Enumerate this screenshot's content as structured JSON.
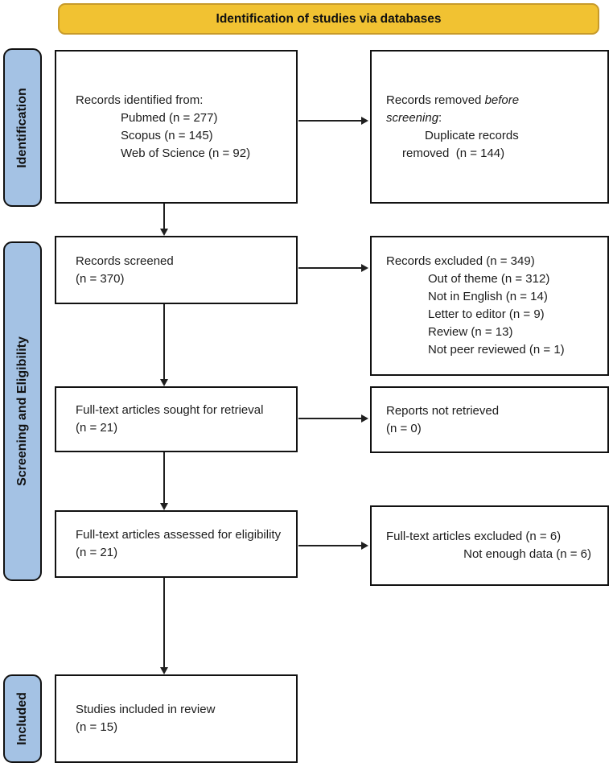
{
  "banner": {
    "label": "Identification of studies via databases"
  },
  "colors": {
    "banner_fill": "#F1C232",
    "banner_border": "#C79A2A",
    "stage_fill": "#A4C2E4",
    "box_border": "#111111",
    "arrow": "#1f1f1f"
  },
  "stages": [
    {
      "label": "Identification"
    },
    {
      "label": "Screening and Eligibility"
    },
    {
      "label": "Included"
    }
  ],
  "boxes": {
    "identified": {
      "title": "Records identified from:",
      "items": [
        "Pubmed (n = 277)",
        "Scopus (n = 145)",
        "Web of Science (n = 92)"
      ]
    },
    "removed": {
      "lead": "Records removed ",
      "lead_italic": "before screening",
      "lead_suffix": ":",
      "item_line1": "Duplicate records",
      "item_line2": "removed  (n = 144)"
    },
    "screened": {
      "text": "Records screened",
      "count": "(n = 370)"
    },
    "excluded": {
      "title": "Records excluded (n = 349)",
      "items": [
        "Out of theme (n = 312)",
        "Not in English (n = 14)",
        "Letter to editor (n = 9)",
        "Review (n = 13)",
        "Not peer reviewed (n = 1)"
      ]
    },
    "sought": {
      "text": "Full-text articles sought for retrieval",
      "count": "(n = 21)"
    },
    "not_retrieved": {
      "text": "Reports not retrieved",
      "count": "(n = 0)"
    },
    "assessed": {
      "text": "Full-text articles assessed for eligibility",
      "count": "(n = 21)"
    },
    "ft_excluded": {
      "line1": "Full-text articles excluded (n = 6)",
      "line2": "Not enough data (n = 6)"
    },
    "included": {
      "text": "Studies included in review",
      "count": "(n = 15)"
    }
  }
}
